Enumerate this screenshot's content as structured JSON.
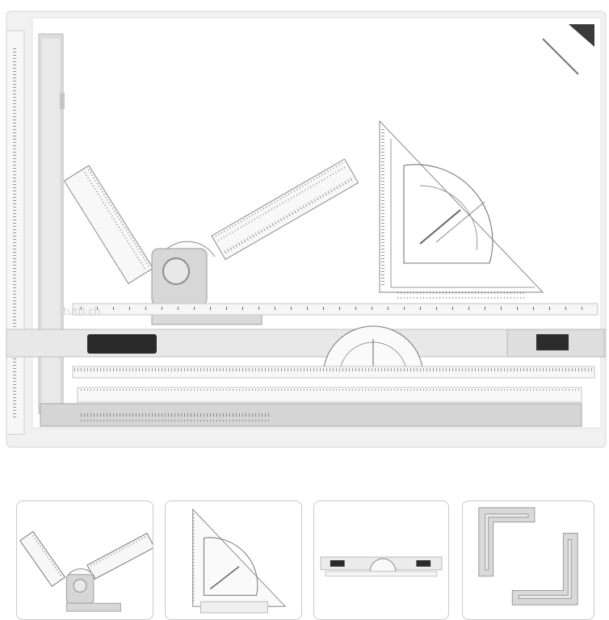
{
  "watermark": "tutti.ch",
  "thumbnails": [
    {
      "subject": "angle-ruler-head"
    },
    {
      "subject": "triangle-protractor"
    },
    {
      "subject": "parallel-ruler-bar"
    },
    {
      "subject": "corner-clamps"
    }
  ],
  "colors": {
    "board": "#ffffff",
    "frame": "#e6e6e6",
    "ruler": "#f4f4f4",
    "plastic": "#cfcfcf",
    "tick": "#444444",
    "grip": "#2a2a2a"
  }
}
